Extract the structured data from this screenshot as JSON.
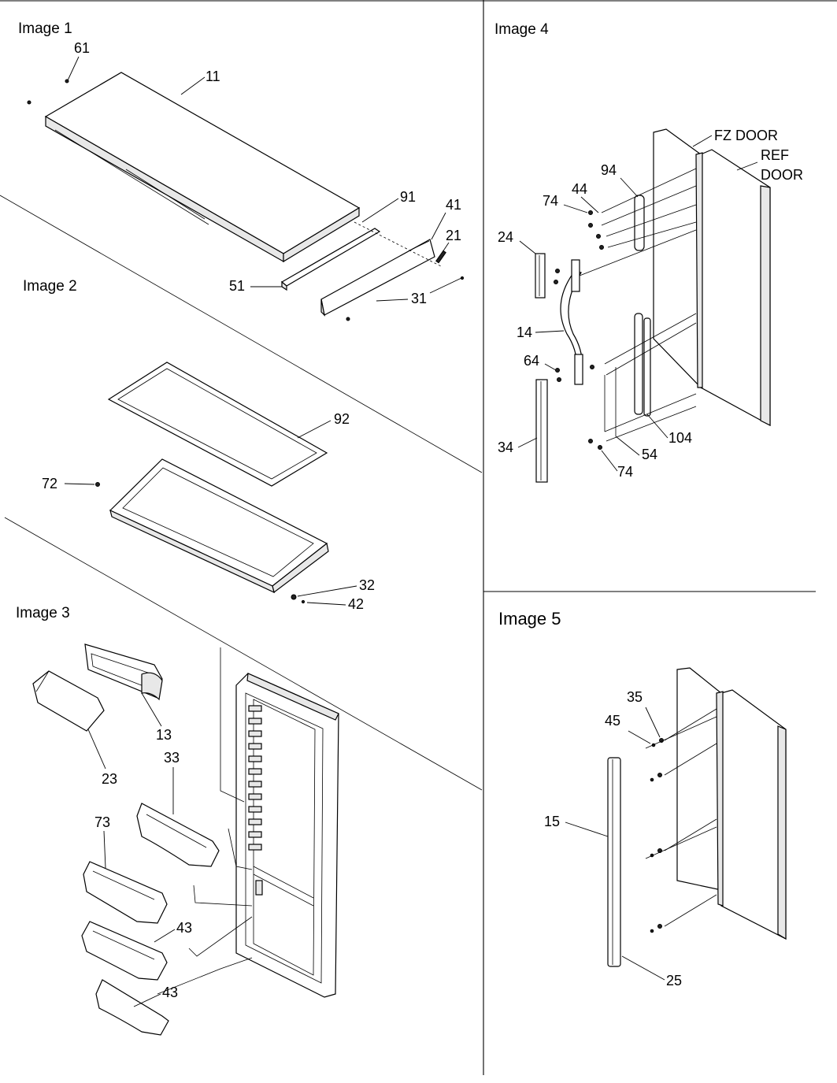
{
  "panels": [
    {
      "id": "image1",
      "title": "Image 1"
    },
    {
      "id": "image2",
      "title": "Image 2"
    },
    {
      "id": "image3",
      "title": "Image 3"
    },
    {
      "id": "image4",
      "title": "Image 4"
    },
    {
      "id": "image5",
      "title": "Image 5"
    }
  ],
  "callouts": {
    "image1": [
      "61",
      "11",
      "91",
      "41",
      "21",
      "51",
      "31"
    ],
    "image2": [
      "92",
      "72",
      "32",
      "42"
    ],
    "image3": [
      "13",
      "23",
      "33",
      "73",
      "43",
      "43"
    ],
    "image4": [
      "FZ DOOR",
      "REF",
      "DOOR",
      "94",
      "74",
      "44",
      "24",
      "14",
      "64",
      "34",
      "104",
      "54",
      "74"
    ],
    "image5": [
      "35",
      "45",
      "15",
      "25"
    ]
  }
}
